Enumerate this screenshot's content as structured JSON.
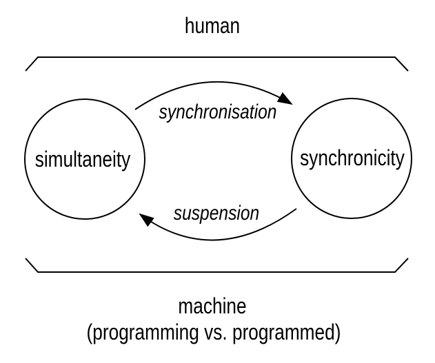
{
  "diagram": {
    "top_label": "human",
    "bottom_label": "machine",
    "bottom_sublabel": "(programming vs. programmed)",
    "nodes": [
      {
        "id": "simultaneity",
        "label": "simultaneity"
      },
      {
        "id": "synchronicity",
        "label": "synchronicity"
      }
    ],
    "edges": [
      {
        "label": "synchronisation",
        "from": "simultaneity",
        "to": "synchronicity",
        "direction": "left-to-right"
      },
      {
        "label": "suspension",
        "from": "synchronicity",
        "to": "simultaneity",
        "direction": "right-to-left"
      }
    ],
    "colors": {
      "stroke": "#000000",
      "text": "#000000",
      "background": "#ffffff"
    }
  }
}
